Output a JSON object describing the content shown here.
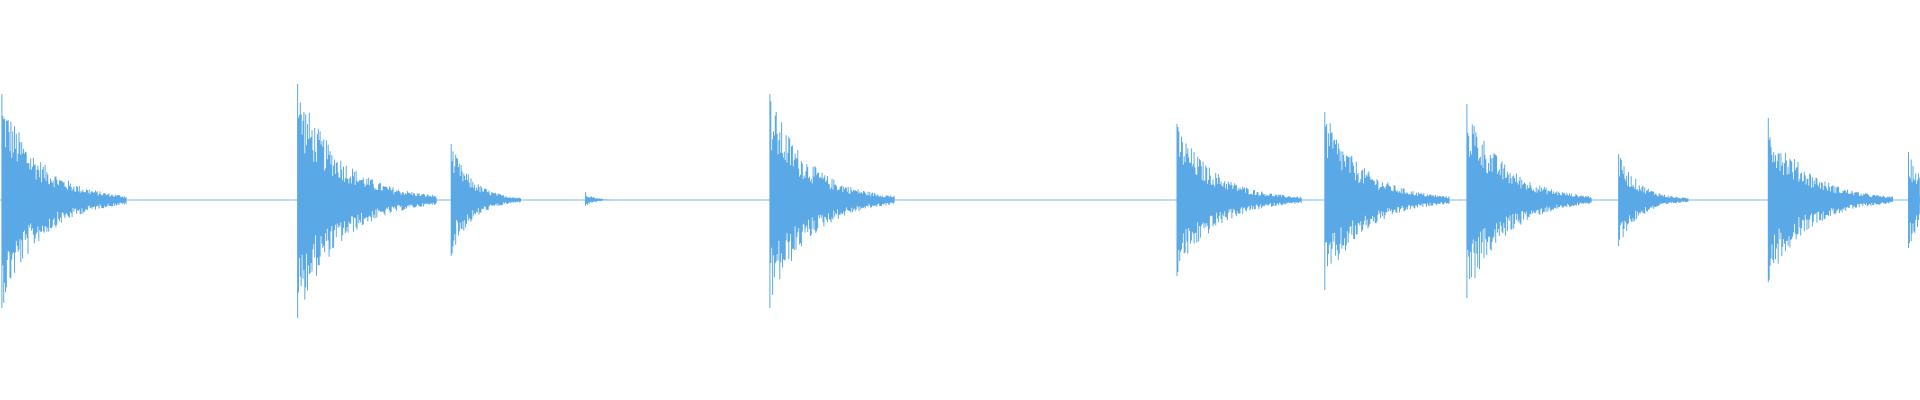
{
  "waveform": {
    "color": "#5aa9e6",
    "duration_normalized": 1.0,
    "baseline_amplitude": 0.004,
    "transients": [
      {
        "t": 0.001,
        "peak_up": 0.53,
        "peak_down": 0.54,
        "decay": 0.018
      },
      {
        "t": 0.155,
        "peak_up": 0.58,
        "peak_down": 0.59,
        "decay": 0.02
      },
      {
        "t": 0.235,
        "peak_up": 0.28,
        "peak_down": 0.28,
        "decay": 0.01
      },
      {
        "t": 0.305,
        "peak_up": 0.04,
        "peak_down": 0.03,
        "decay": 0.004
      },
      {
        "t": 0.401,
        "peak_up": 0.53,
        "peak_down": 0.54,
        "decay": 0.018
      },
      {
        "t": 0.613,
        "peak_up": 0.38,
        "peak_down": 0.38,
        "decay": 0.018
      },
      {
        "t": 0.69,
        "peak_up": 0.44,
        "peak_down": 0.45,
        "decay": 0.018
      },
      {
        "t": 0.764,
        "peak_up": 0.48,
        "peak_down": 0.49,
        "decay": 0.018
      },
      {
        "t": 0.843,
        "peak_up": 0.23,
        "peak_down": 0.23,
        "decay": 0.01
      },
      {
        "t": 0.921,
        "peak_up": 0.41,
        "peak_down": 0.41,
        "decay": 0.018
      },
      {
        "t": 0.994,
        "peak_up": 0.24,
        "peak_down": 0.24,
        "decay": 0.008
      }
    ]
  }
}
